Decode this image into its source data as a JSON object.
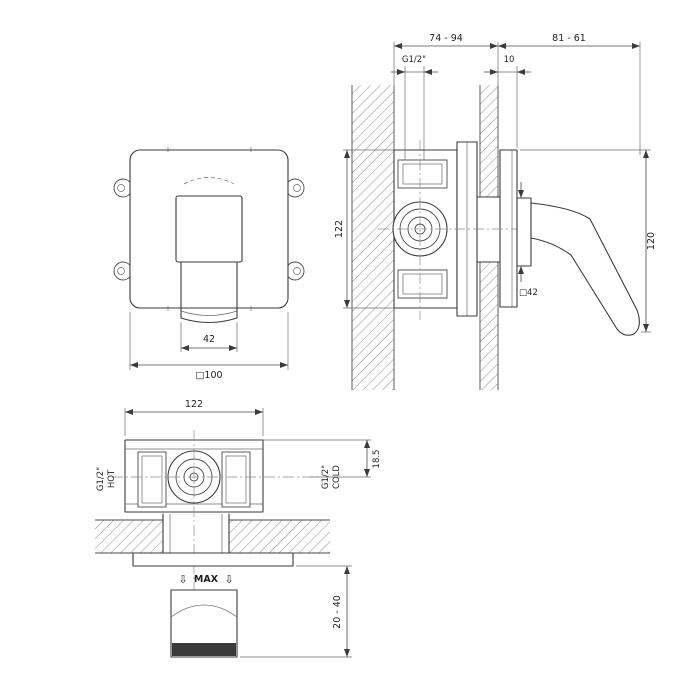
{
  "page": {
    "background": "#ffffff",
    "ink": "#3b3b3b"
  },
  "views": {
    "front": {
      "dim_handle_width": "42",
      "dim_plate": "□100"
    },
    "side": {
      "dim_depth_range": "74 - 94",
      "dim_projection_range": "81 - 61",
      "thread_label": "G1/2\"",
      "dim_escutcheon_thickness": "10",
      "dim_body_height": "122",
      "dim_plate_height": "120",
      "dim_handle_square": "□42"
    },
    "plan": {
      "dim_body_width": "122",
      "hot_thread": "G1/2\"",
      "hot_label": "HOT",
      "cold_thread": "G1/2\"",
      "cold_label": "COLD",
      "dim_offset": "18.5",
      "dim_depth_adjust": "20 - 40",
      "max_label": "MAX",
      "down_arrow": "⇩"
    }
  }
}
